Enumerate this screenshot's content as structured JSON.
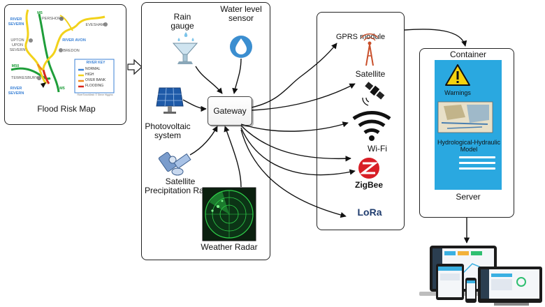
{
  "map": {
    "caption": "Flood Risk Map",
    "places": [
      "RIVER SEVERN",
      "M5",
      "PERSHORE",
      "EVESHAM",
      "UPTON UPON SEVERN",
      "RIVER AVON",
      "BREDON",
      "M50",
      "TEWKESBURY",
      "RIVER SEVERN",
      "M5"
    ],
    "key_title": "RIVER KEY",
    "key_items": [
      {
        "label": "NORMAL",
        "color": "#3b82d6"
      },
      {
        "label": "HIGH",
        "color": "#f2d21b"
      },
      {
        "label": "OVER BANK",
        "color": "#f08a1c"
      },
      {
        "label": "FLOODING",
        "color": "#d8261c"
      }
    ],
    "credit": "RiverTownMesh © Steve Higgins"
  },
  "sensors": {
    "rain_gauge": "Rain gauge",
    "water_level": "Water level sensor",
    "photovoltaic": "Photovoltaic system",
    "satellite_radar": "Satellite Precipitation Radar",
    "weather_radar": "Weather Radar",
    "gateway": "Gateway"
  },
  "comms": {
    "gprs": "GPRS module",
    "satellite": "Satellite",
    "wifi": "Wi-Fi",
    "zigbee": "ZigBee",
    "lora": "LoRa"
  },
  "server": {
    "container": "Container",
    "warnings": "Warnings",
    "model": "Hydrological-Hydraulic Model",
    "server": "Server"
  },
  "colors": {
    "server_bg": "#2aa8e0",
    "warning_yellow": "#f5d20f",
    "zigbee_red": "#d81e26",
    "radar_green": "#2fd14a"
  }
}
